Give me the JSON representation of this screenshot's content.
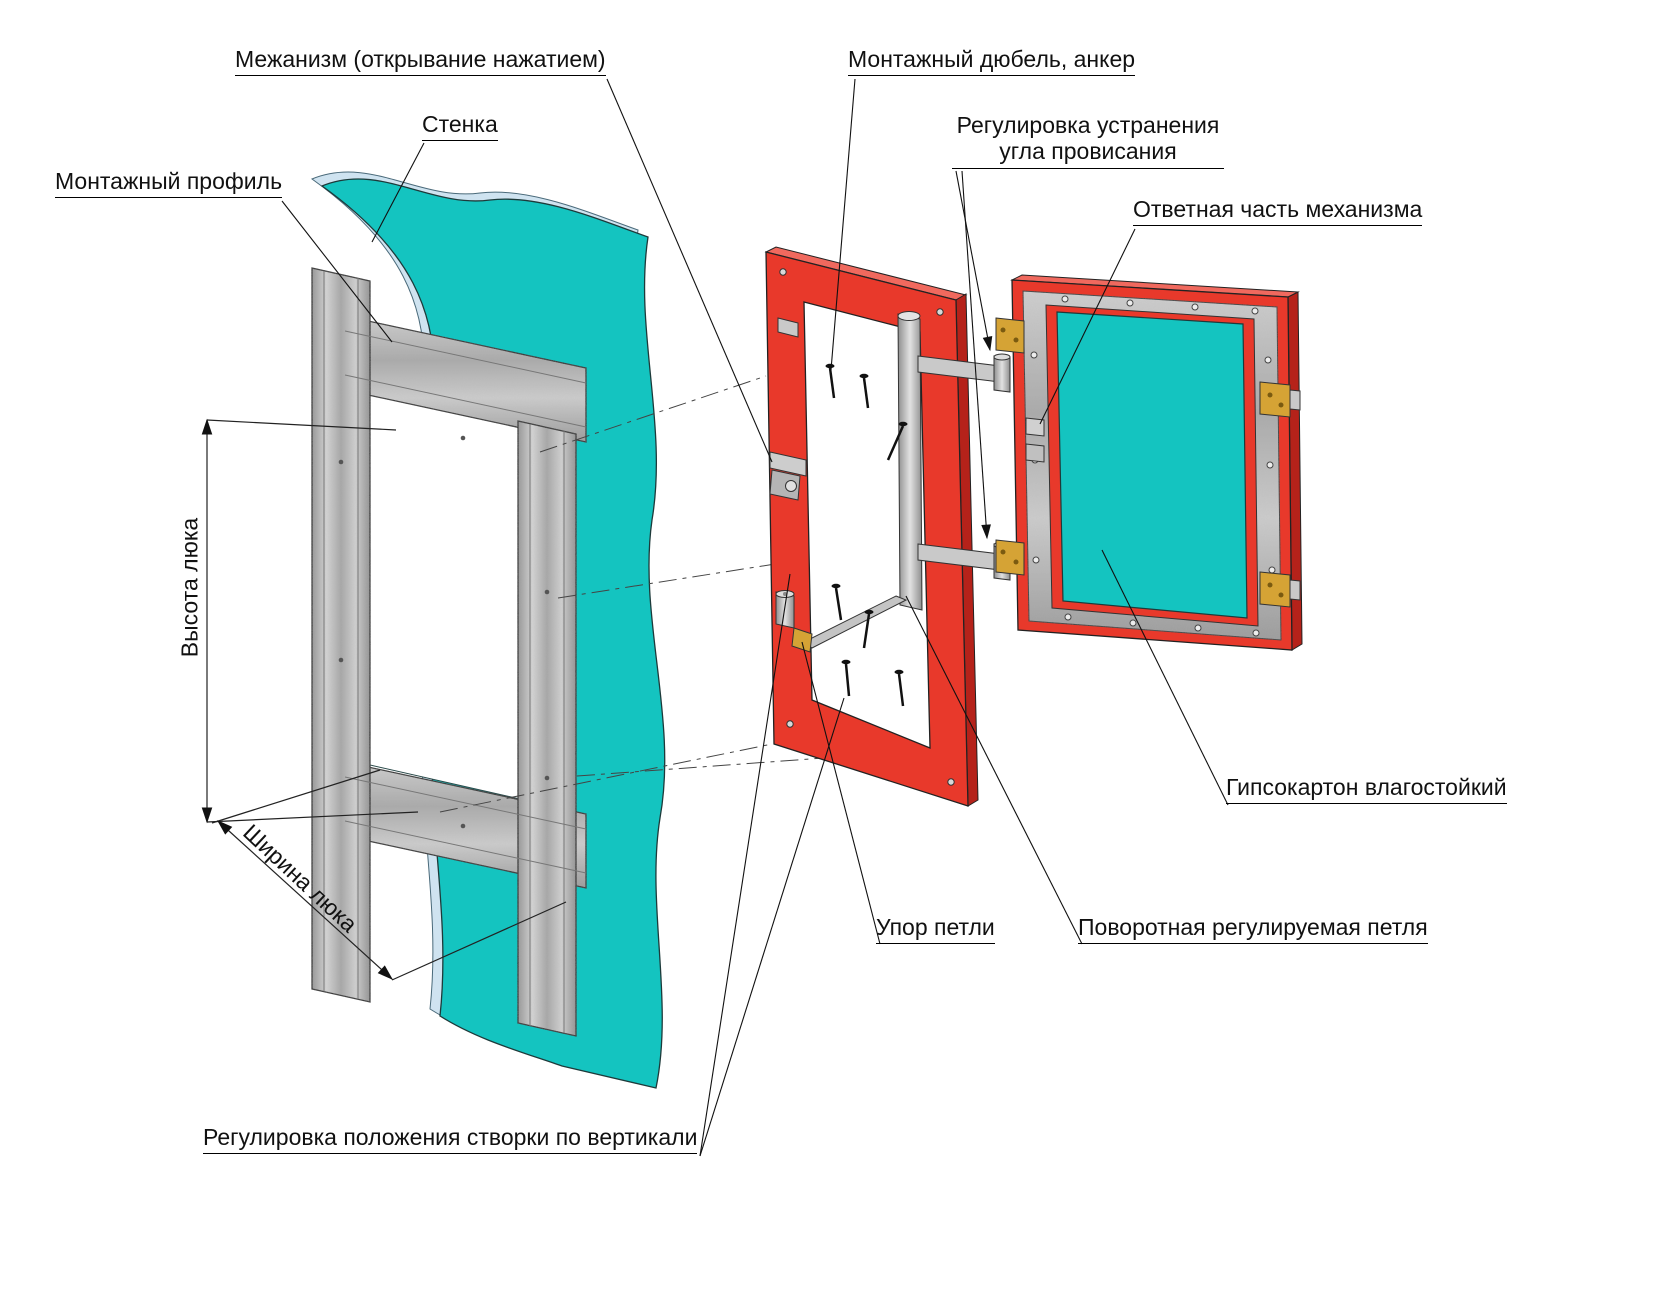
{
  "diagram": {
    "labels": {
      "mechanism": "Межанизм (открывание нажатием)",
      "wall": "Стенка",
      "mounting_profile": "Монтажный профиль",
      "dowel_anchor": "Монтажный дюбель, анкер",
      "sag_adjustment_line1": "Регулировка устранения",
      "sag_adjustment_line2": "угла провисания",
      "mechanism_counterpart": "Ответная часть механизма",
      "drywall": "Гипсокартон влагостойкий",
      "hatch_height": "Высота люка",
      "hatch_width": "Ширина люка",
      "hinge_stop": "Упор петли",
      "adjustable_hinge": "Поворотная регулируемая петля",
      "vertical_adjustment": "Регулировка положения створки по вертикали"
    },
    "colors": {
      "wall_teal": "#14c4c0",
      "frame_red": "#e8392b",
      "frame_red_dark": "#b5221a",
      "frame_red_light": "#f0695e",
      "metal_grey": "#bfbfbf",
      "brass": "#d5a335",
      "line": "#1a1a1a"
    }
  }
}
